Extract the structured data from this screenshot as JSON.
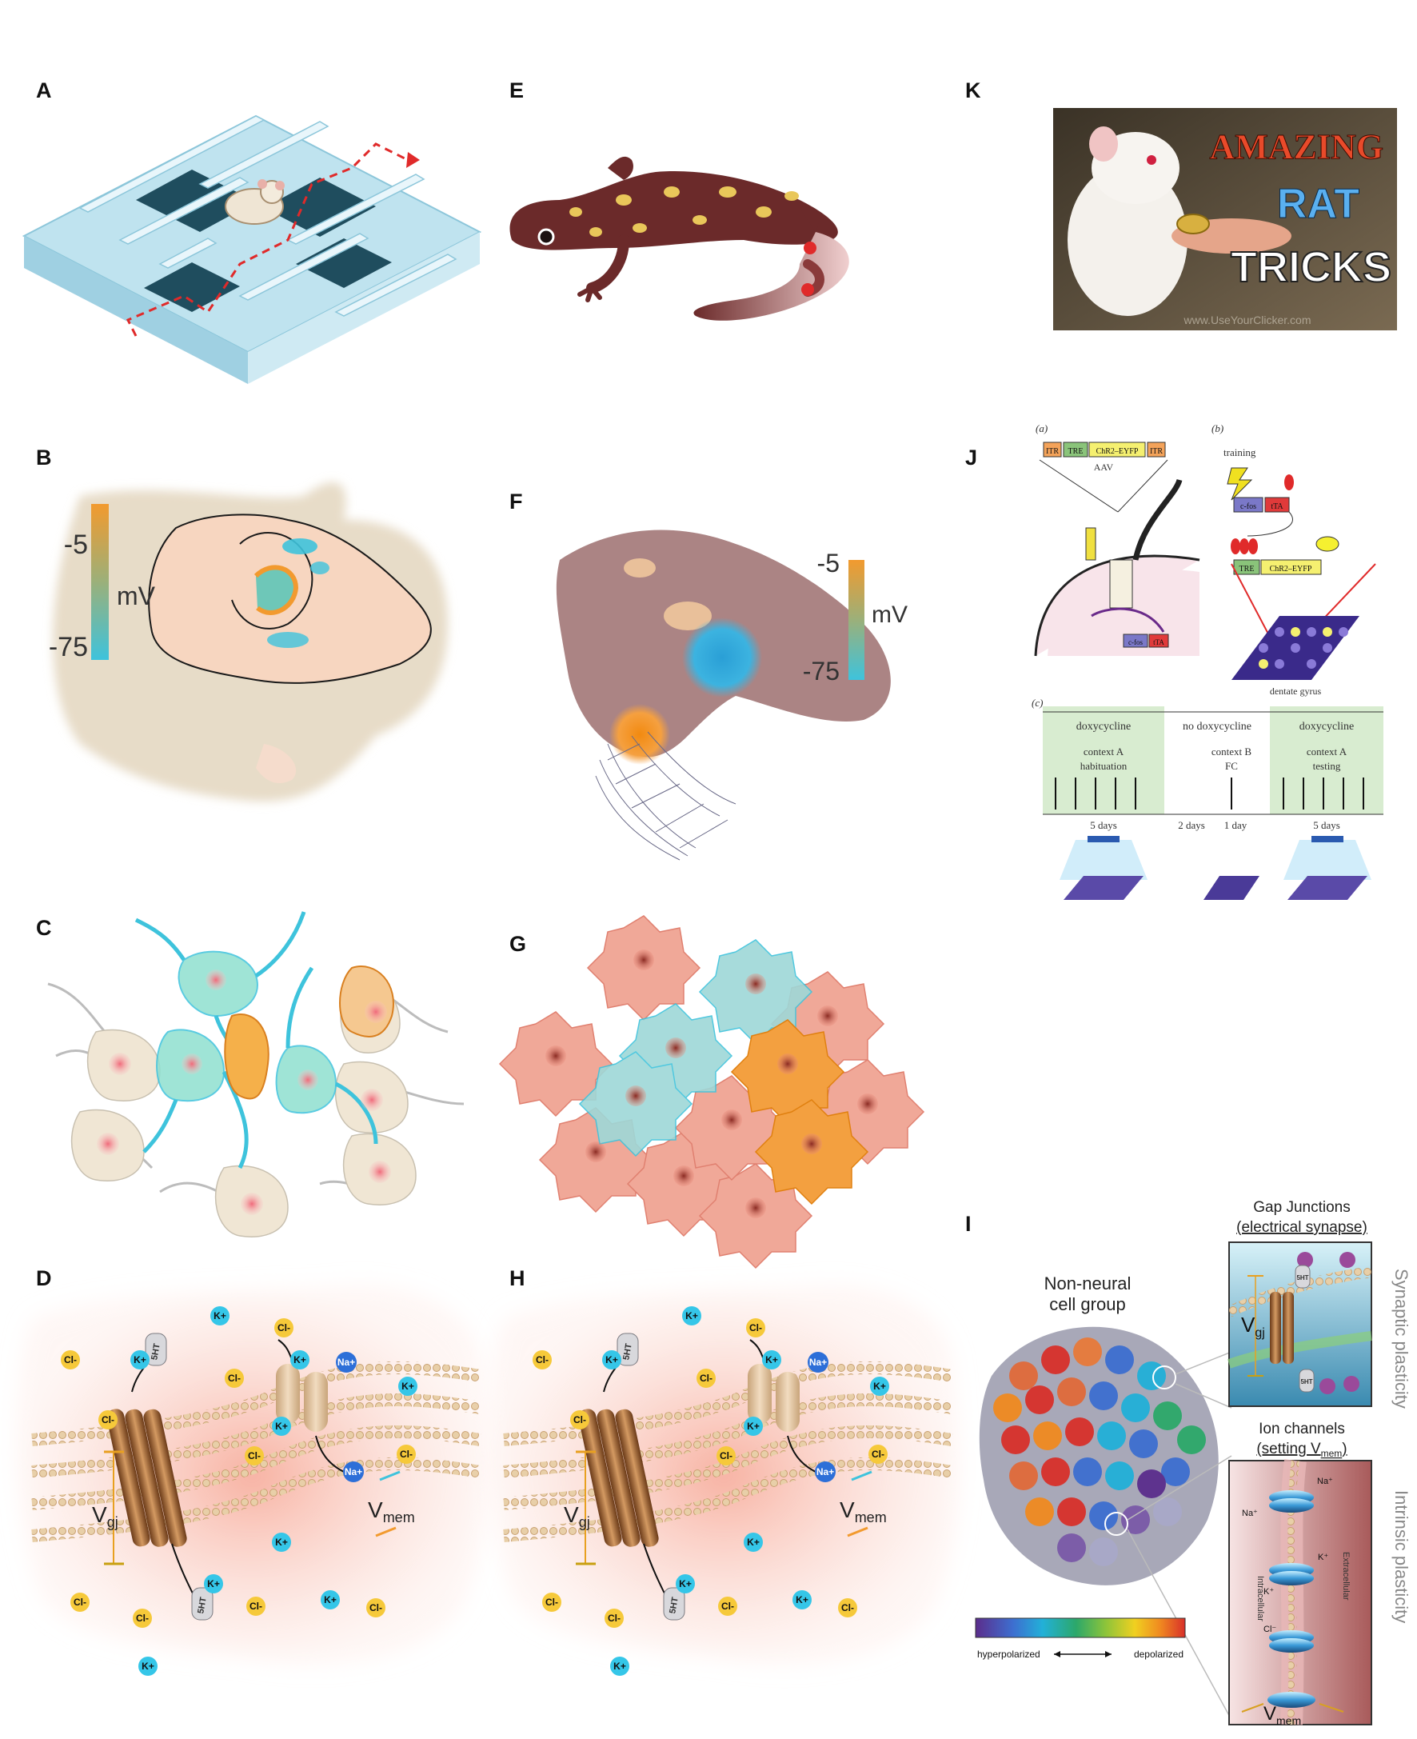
{
  "panels": {
    "A": {
      "letter": "A"
    },
    "B": {
      "letter": "B",
      "scale_top": "-5",
      "scale_unit": "mV",
      "scale_bottom": "-75"
    },
    "C": {
      "letter": "C"
    },
    "D": {
      "letter": "D",
      "vgj": "V",
      "vgj_sub": "gj",
      "vmem": "V",
      "vmem_sub": "mem",
      "ions": {
        "k": "K+",
        "cl": "Cl-",
        "na": "Na+",
        "sht": "5HT"
      }
    },
    "E": {
      "letter": "E"
    },
    "F": {
      "letter": "F",
      "scale_top": "-5",
      "scale_unit": "mV",
      "scale_bottom": "-75"
    },
    "G": {
      "letter": "G"
    },
    "H": {
      "letter": "H",
      "vgj": "V",
      "vgj_sub": "gj",
      "vmem": "V",
      "vmem_sub": "mem",
      "ions": {
        "k": "K+",
        "cl": "Cl-",
        "na": "Na+",
        "sht": "5HT"
      }
    },
    "I": {
      "letter": "I",
      "group_title_1": "Non-neural",
      "group_title_2": "cell group",
      "gap_title_1": "Gap Junctions",
      "gap_title_2": "(electrical synapse)",
      "ion_title_1": "Ion channels",
      "ion_title_2": "(setting V",
      "ion_title_sub": "mem",
      "ion_title_end": ")",
      "side_top": "Synaptic plasticity",
      "side_bottom": "Intrinsic plasticity",
      "vgj": "V",
      "vgj_sub": "gj",
      "vmem": "V",
      "vmem_sub": "mem",
      "legend_left": "hyperpolarized",
      "legend_right": "depolarized",
      "na_label": "Na⁺",
      "k_label": "K⁺",
      "cl_label": "Cl⁻",
      "intracellular": "Intracellular",
      "extracellular": "Extracellular",
      "sht": "5HT",
      "colorbar": [
        "#5b2d8c",
        "#3d6fd0",
        "#22b0d8",
        "#2ca86a",
        "#8cc43a",
        "#f0d020",
        "#f08a20",
        "#d8302a"
      ]
    },
    "J": {
      "letter": "J",
      "a": "(a)",
      "b": "(b)",
      "c": "(c)",
      "itr": "ITR",
      "tre": "TRE",
      "chr2": "ChR2–EYFP",
      "aav": "AAV",
      "training": "training",
      "cfos": "c-fos",
      "tta": "tTA",
      "dentate": "dentate gyrus",
      "doxy1": "doxycycline",
      "nodoxy": "no doxycycline",
      "doxy2": "doxycycline",
      "ctxA1": "context A",
      "hab": "habituation",
      "ctxB": "context B",
      "fc": "FC",
      "ctxA2": "context A",
      "testing": "testing",
      "d5a": "5 days",
      "d2": "2 days",
      "d1": "1 day",
      "d5b": "5 days"
    },
    "K": {
      "letter": "K",
      "line1": "AMAZING",
      "line2": "RAT",
      "line3": "TRICKS",
      "url": "www.UseYourClicker.com"
    }
  },
  "colors": {
    "depol": "#f29a2e",
    "hyper": "#3ec3dc",
    "k_ion": "#35c6e8",
    "cl_ion": "#f6c93a",
    "na_ion": "#2d6fd8",
    "gj": "#a8693a"
  }
}
